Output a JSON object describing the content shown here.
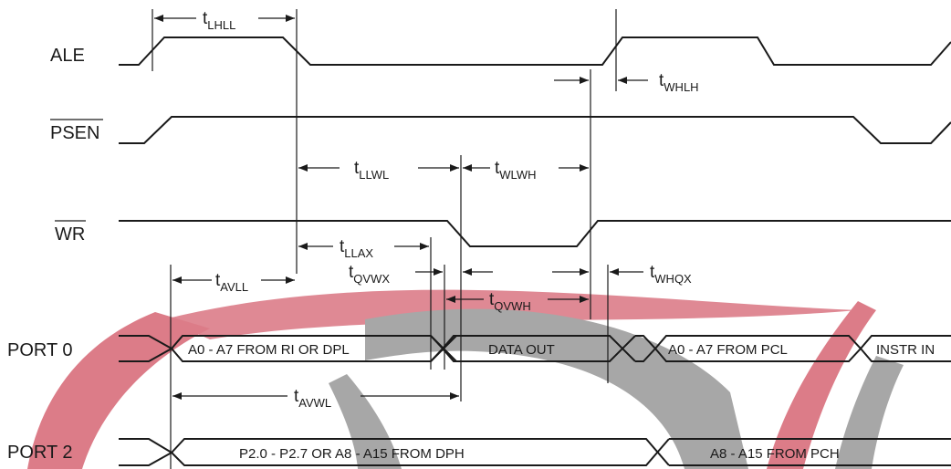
{
  "signals": {
    "ale": "ALE",
    "psen": "PSEN",
    "wr": "WR",
    "port0": "PORT 0",
    "port2": "PORT 2"
  },
  "timing": {
    "lhll": {
      "t": "t",
      "sub": "LHLL"
    },
    "whlh": {
      "t": "t",
      "sub": "WHLH"
    },
    "llwl": {
      "t": "t",
      "sub": "LLWL"
    },
    "wlwh": {
      "t": "t",
      "sub": "WLWH"
    },
    "llax": {
      "t": "t",
      "sub": "LLAX"
    },
    "qvwx": {
      "t": "t",
      "sub": "QVWX"
    },
    "avll": {
      "t": "t",
      "sub": "AVLL"
    },
    "whqx": {
      "t": "t",
      "sub": "WHQX"
    },
    "qvwh": {
      "t": "t",
      "sub": "QVWH"
    },
    "avwl": {
      "t": "t",
      "sub": "AVWL"
    }
  },
  "bus": {
    "p0_addr": "A0 - A7 FROM RI OR DPL",
    "p0_data": "DATA OUT",
    "p0_pcl": "A0 - A7 FROM PCL",
    "p0_instr": "INSTR IN",
    "p2_dph": "P2.0 - P2.7 OR A8 - A15 FROM DPH",
    "p2_pch": "A8 - A15 FROM PCH"
  },
  "colors": {
    "watermark_red": "#dc7c88",
    "watermark_gray": "#a7a7a7",
    "ink": "#1a1a1a"
  }
}
